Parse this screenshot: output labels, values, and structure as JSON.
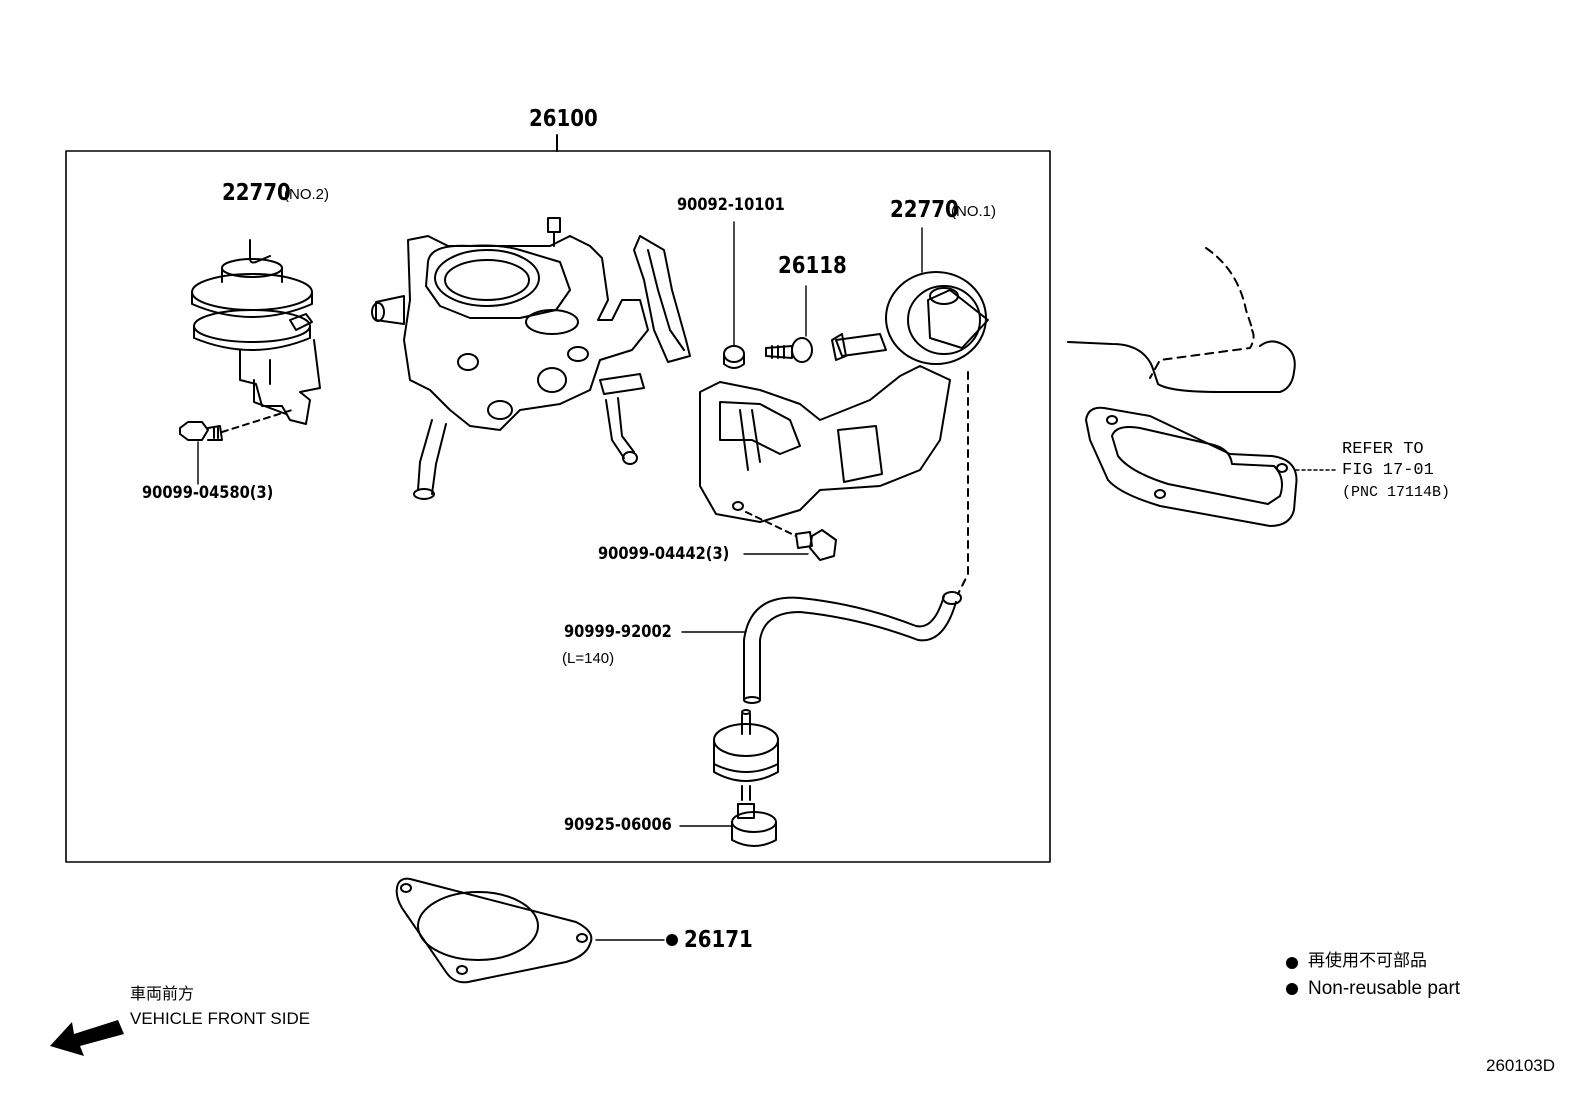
{
  "assembly": {
    "part_number": "26100"
  },
  "parts": {
    "vacuum_no2": {
      "part_number": "22770",
      "qualifier": "(NO.2)"
    },
    "vacuum_no1": {
      "part_number": "22770",
      "qualifier": "(NO.1)"
    },
    "collar": {
      "part_number": "90092-10101"
    },
    "screw": {
      "part_number": "26118"
    },
    "bolt_left": {
      "part_number": "90099-04580(3)"
    },
    "bolt_bracket": {
      "part_number": "90099-04442(3)"
    },
    "hose": {
      "part_number": "90999-92002",
      "length": "(L=140)"
    },
    "filter": {
      "part_number": "90925-06006"
    },
    "gasket": {
      "part_number": "26171"
    }
  },
  "refer": {
    "line1": "REFER TO",
    "line2": "FIG 17-01",
    "line3": "(PNC 17114B)"
  },
  "legend": {
    "line_jp": "再使用不可部品",
    "line_en": "Non-reusable part"
  },
  "direction": {
    "line_jp": "車両前方",
    "line_en": "VEHICLE FRONT SIDE"
  },
  "figure_code": "260103D"
}
